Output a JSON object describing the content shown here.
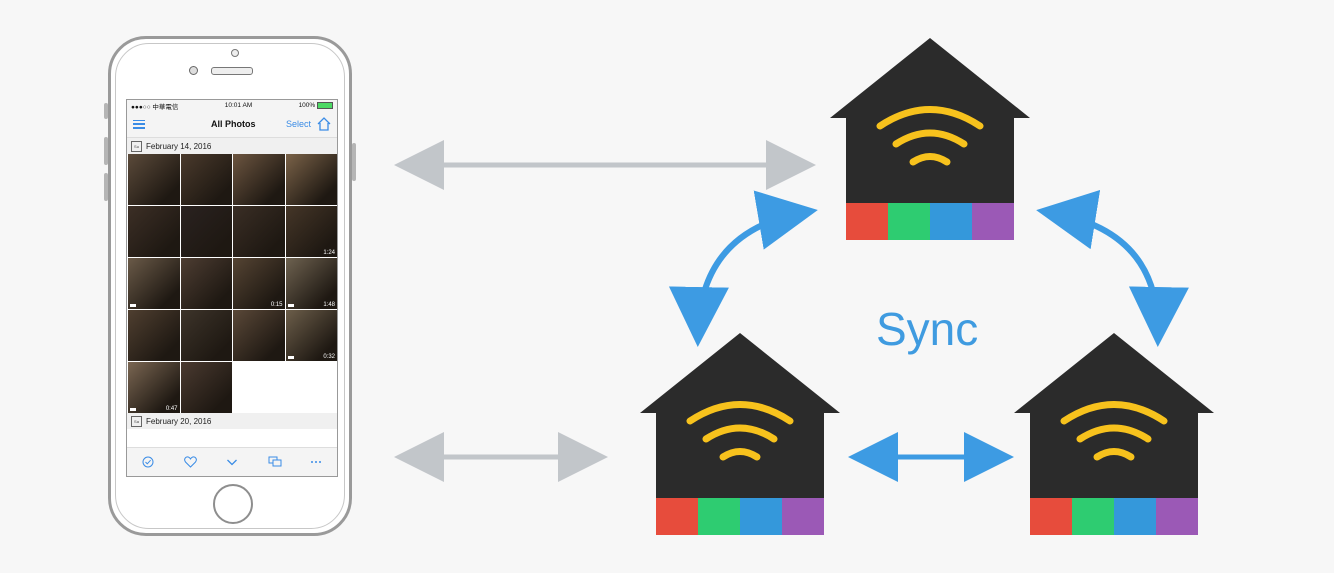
{
  "diagram": {
    "sync_label": "Sync",
    "colors": {
      "house_body": "#2b2b2b",
      "wifi": "#f7c21d",
      "stripe": [
        "#e74c3c",
        "#2ecc71",
        "#3498db",
        "#9b59b6"
      ],
      "grey_arrow": "#c2c6ca",
      "blue_arrow": "#3d9be3"
    },
    "houses": [
      {
        "name": "top-house"
      },
      {
        "name": "bottom-left-house"
      },
      {
        "name": "bottom-right-house"
      }
    ]
  },
  "phone": {
    "status": {
      "carrier": "●●●○○ 中華電信 ",
      "time": "10:01 AM",
      "battery": "100%"
    },
    "navbar": {
      "menu_icon": "hamburger-icon",
      "title": "All Photos",
      "select_label": "Select",
      "home_icon": "home-icon"
    },
    "sections": [
      {
        "date": "February 14, 2016",
        "cal_label": "Su"
      },
      {
        "date": "February 20, 2016",
        "cal_label": "Sa"
      }
    ],
    "thumbnails": [
      {
        "color": "#5b4a3a"
      },
      {
        "color": "#4a3a2c"
      },
      {
        "color": "#6c5540"
      },
      {
        "color": "#7a6248"
      },
      {
        "color": "#3c2f26"
      },
      {
        "color": "#2a2220"
      },
      {
        "color": "#3a2e25"
      },
      {
        "color": "#453628",
        "duration": "1:24"
      },
      {
        "color": "#6a5a48",
        "video": true
      },
      {
        "color": "#4d3d32"
      },
      {
        "color": "#554433",
        "duration": "0:15"
      },
      {
        "color": "#6e6250",
        "duration": "1:48",
        "video": true
      },
      {
        "color": "#4f3f30"
      },
      {
        "color": "#3d342a"
      },
      {
        "color": "#5a4838"
      },
      {
        "color": "#6c5e4a",
        "duration": "0:32",
        "video": true
      },
      {
        "color": "#7a6652",
        "duration": "0:47",
        "video": true
      },
      {
        "color": "#4a3a30"
      }
    ],
    "toolbar": [
      "check-circle-icon",
      "heart-icon",
      "chevron-down-icon",
      "speech-bubbles-icon",
      "more-icon"
    ]
  }
}
